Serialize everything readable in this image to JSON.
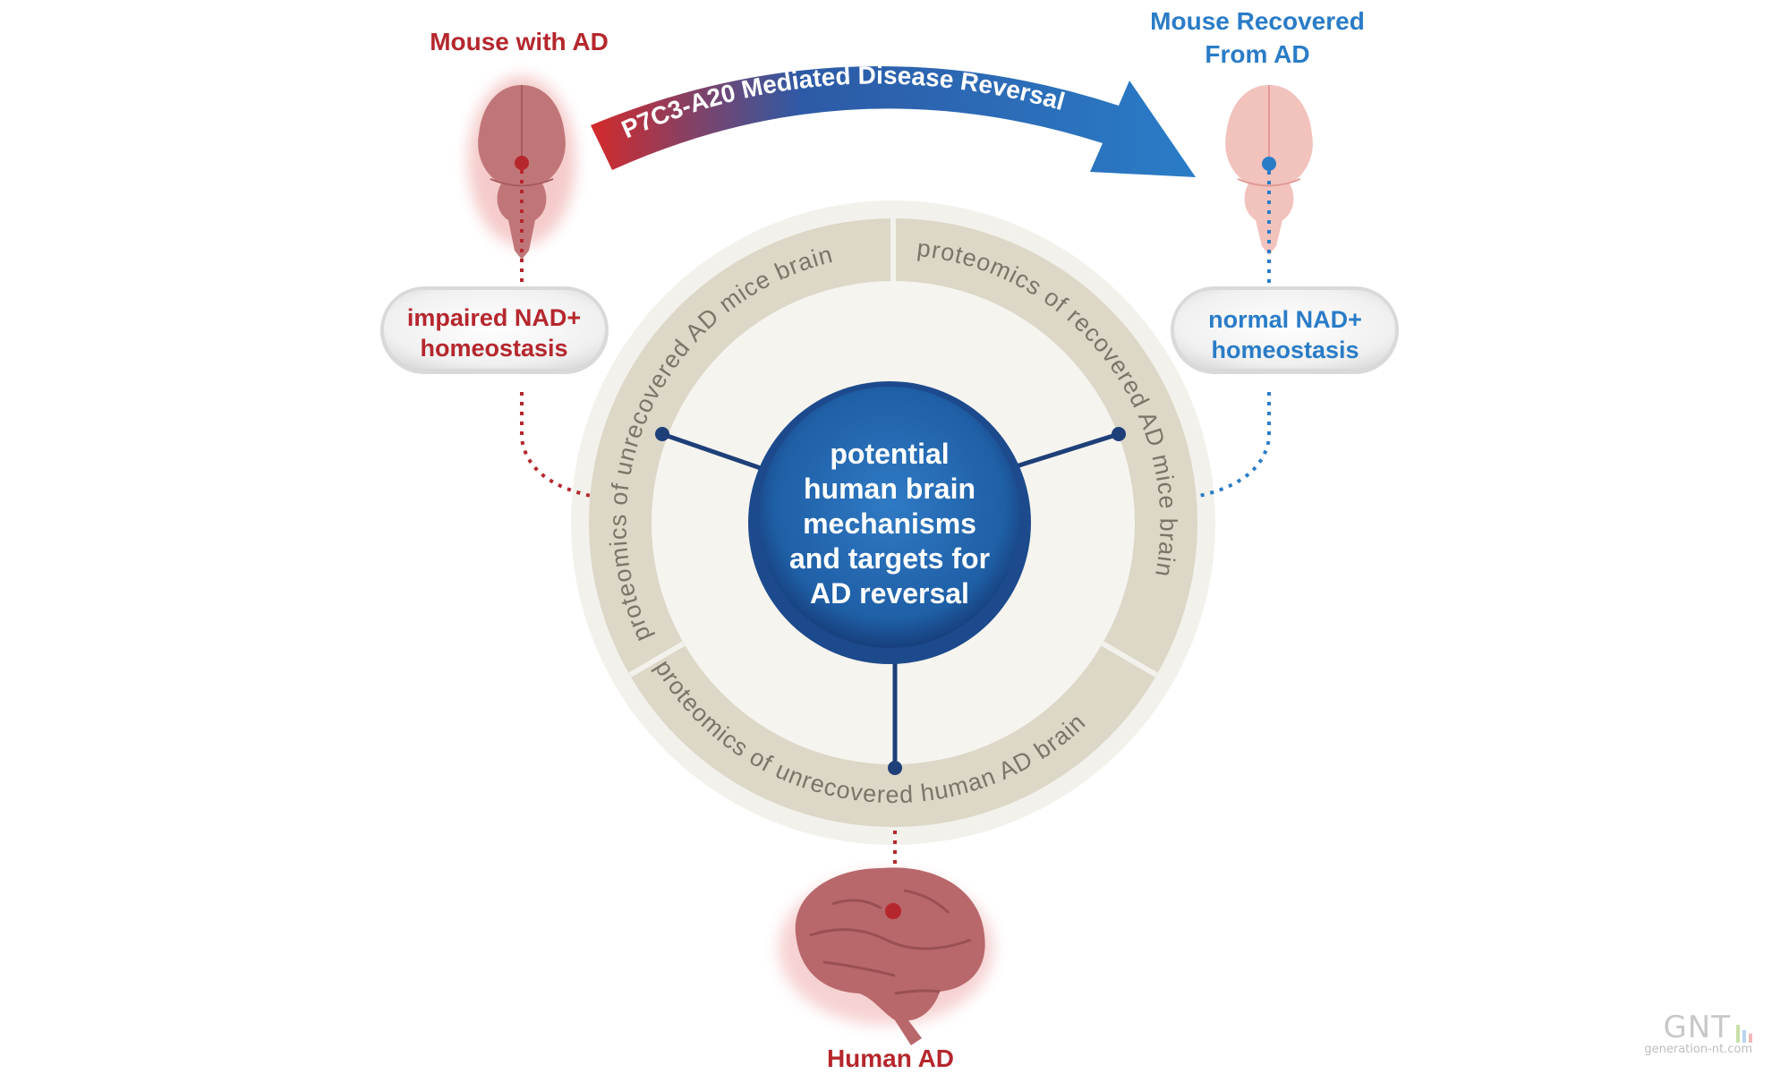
{
  "diagram": {
    "left_subject": {
      "title": "Mouse with AD",
      "icon": "mouse-brain-icon",
      "color": "#b5272d"
    },
    "right_subject": {
      "title_line1": "Mouse Recovered",
      "title_line2": "From AD",
      "icon": "mouse-brain-icon",
      "color": "#2a7cc7"
    },
    "bottom_subject": {
      "title": "Human AD",
      "icon": "human-brain-icon",
      "color": "#b5272d"
    },
    "arrow": {
      "label": "P7C3-A20 Mediated Disease Reversal",
      "gradient_start": "#d42a2a",
      "gradient_end": "#2a7cc7"
    },
    "left_pill": {
      "line1": "impaired NAD+",
      "line2": "homeostasis"
    },
    "right_pill": {
      "line1": "normal NAD+",
      "line2": "homeostasis"
    },
    "ring_segments": [
      "proteomics of unrecovered AD mice brain",
      "proteomics of recovered AD mice brain",
      "proteomics of unrecovered human AD brain"
    ],
    "center": {
      "lines": [
        "potential",
        "human brain",
        "mechanisms",
        "and targets for",
        "AD reversal"
      ],
      "color": "#1f5fa6"
    }
  },
  "watermark": {
    "logo": "GNT",
    "site": "generation-nt.com"
  }
}
